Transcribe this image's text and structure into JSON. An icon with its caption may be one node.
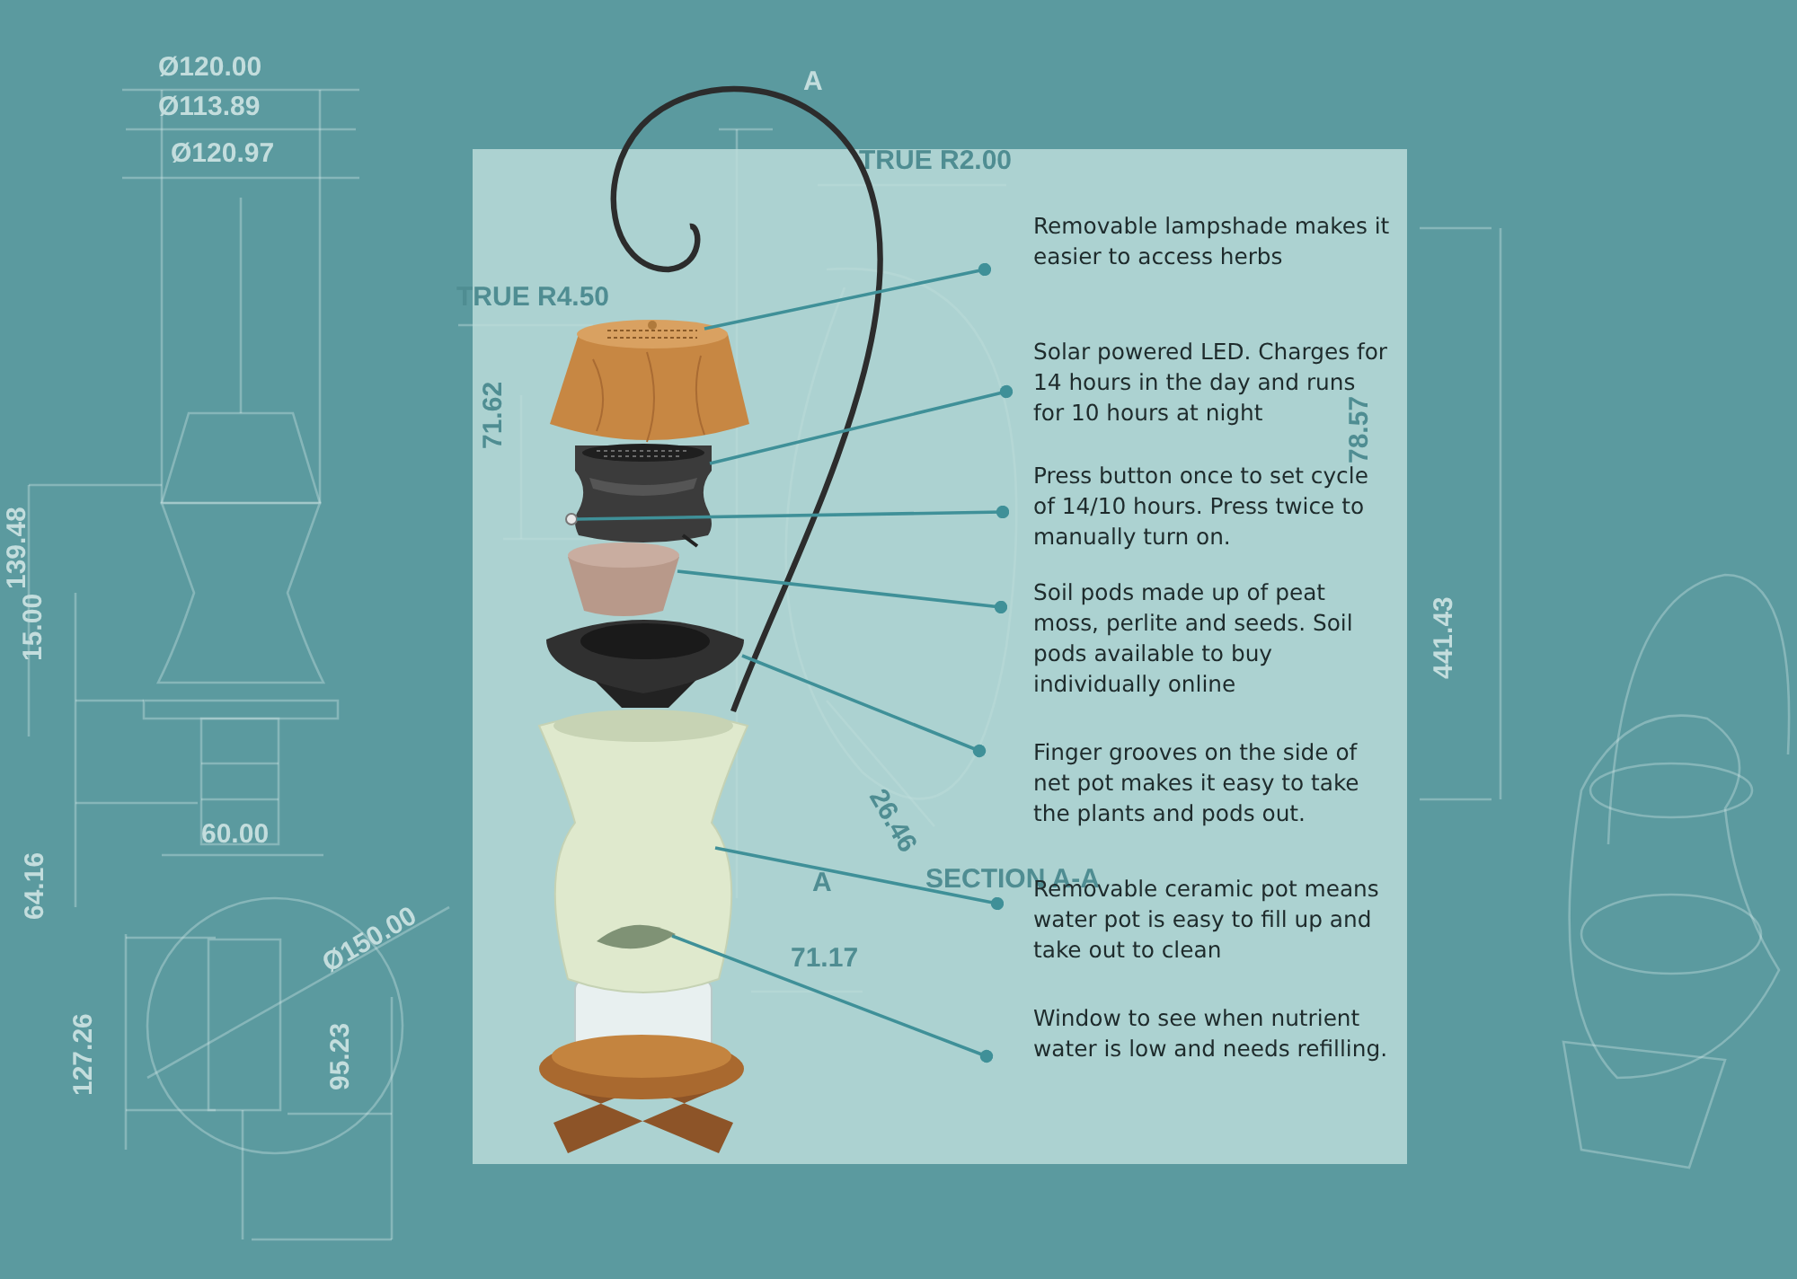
{
  "diagram": {
    "nodes": [
      {
        "text": [
          "Removable lampshade makes it easier to access herbs"
        ]
      },
      {
        "text": [
          "Solar powered LED. Charges for 14 hours in the day and runs for 10 hours at night"
        ]
      },
      {
        "text": [
          "Press button once to set cycle of 14/10 hours. Press twice to manually turn on."
        ]
      },
      {
        "text": [
          "Soil pods made up of peat moss, perlite and seeds. Soil pods available to buy individually  online"
        ]
      },
      {
        "text": [
          "Finger grooves on the side of net pot makes it easy to take the plants and pods out."
        ]
      },
      {
        "text": [
          "Removable ceramic pot means water pot is easy to fill up and take out to clean"
        ]
      },
      {
        "text": [
          "Window to see when nutrient water is low and needs refilling."
        ]
      },
      {
        "text": [],
        "shape": "picture"
      },
      {
        "text": [],
        "shape": "picture"
      },
      {
        "text": [],
        "shape": "circle"
      },
      {
        "text": [],
        "shape": "picture"
      },
      {
        "text": [],
        "shape": "picture"
      },
      {
        "text": [],
        "shape": "picture"
      },
      {
        "text": [],
        "shape": "picture",
        "in": 12
      }
    ],
    "edges": [
      {
        "from": 0,
        "to": 7,
        "arrow": "other"
      },
      {
        "from": 1,
        "to": 8,
        "arrow": "other"
      },
      {
        "from": 2,
        "to": 9,
        "arrow": "other"
      },
      {
        "from": 3,
        "to": 10,
        "arrow": "other"
      },
      {
        "from": 4,
        "to": 11,
        "arrow": "other"
      },
      {
        "from": 5,
        "to": 12,
        "arrow": "other"
      },
      {
        "from": 6,
        "to": 13,
        "arrow": "other"
      }
    ],
    "labels": [
      "Ø120.00",
      "Ø113.89",
      "A",
      "Ø120.97",
      "TRUE R2.00",
      "TRUE R4.50",
      "71.62",
      "78.57",
      "139.48",
      "15.00",
      "441.43",
      "26.46",
      "60.00",
      "A",
      "SECTION A-A",
      "64.16",
      "Ø150.00",
      "71.17",
      "127.26",
      "95.23"
    ]
  }
}
